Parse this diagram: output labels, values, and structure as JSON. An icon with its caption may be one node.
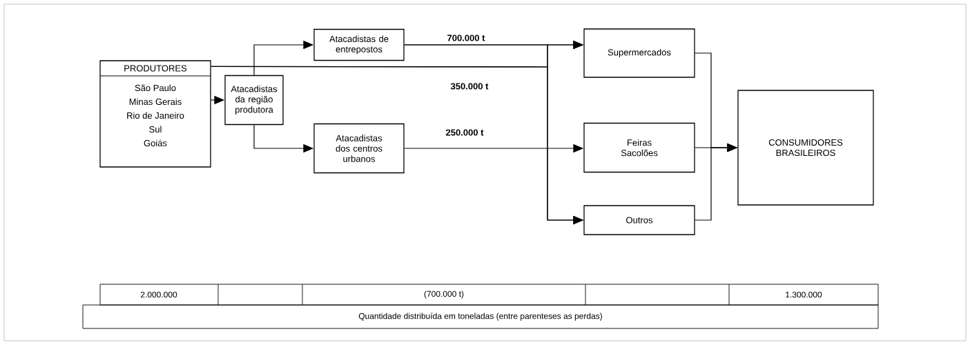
{
  "diagram": {
    "nodes": [
      {
        "text": [
          "PRODUTORES",
          "São Paulo",
          "Minas Gerais",
          "Rio de Janeiro",
          "Sul",
          "Goiás"
        ]
      },
      {
        "text": [
          "Atacadistas da região produtora"
        ]
      },
      {
        "text": [
          "Atacadistas de entrepostos"
        ]
      },
      {
        "text": [
          "Atacadistas dos centros urbanos"
        ]
      },
      {
        "text": [
          "Supermercados"
        ]
      },
      {
        "text": [
          "Feiras Sacolões"
        ]
      },
      {
        "text": [
          "Outros"
        ]
      },
      {
        "text": [
          "CONSUMIDORES BRASILEIROS"
        ]
      }
    ],
    "edges": [
      {
        "from": 0,
        "to": 1,
        "arrow": "to"
      },
      {
        "from": 1,
        "to": 2,
        "arrow": "to"
      },
      {
        "from": 1,
        "to": 3,
        "arrow": "to"
      },
      {
        "from": 2,
        "to": 4,
        "arrow": "to",
        "label": "700.000 t"
      },
      {
        "from": 0,
        "to": 4,
        "arrow": "to",
        "label": "350.000 t"
      },
      {
        "from": 2,
        "to": 6,
        "arrow": "to"
      },
      {
        "from": 0,
        "to": 6,
        "arrow": "to"
      },
      {
        "from": 3,
        "to": 5,
        "arrow": "to",
        "label": "250.000 t"
      },
      {
        "from": 4,
        "to": 7,
        "arrow": "to"
      },
      {
        "from": 5,
        "to": 7,
        "arrow": "to"
      },
      {
        "from": 6,
        "to": 7,
        "arrow": "to"
      }
    ],
    "labels": [
      "2.000.000",
      "(700.000 t)",
      "1.300.000",
      "Quantidade distribuída em toneladas (entre parenteses as perdas)"
    ]
  }
}
